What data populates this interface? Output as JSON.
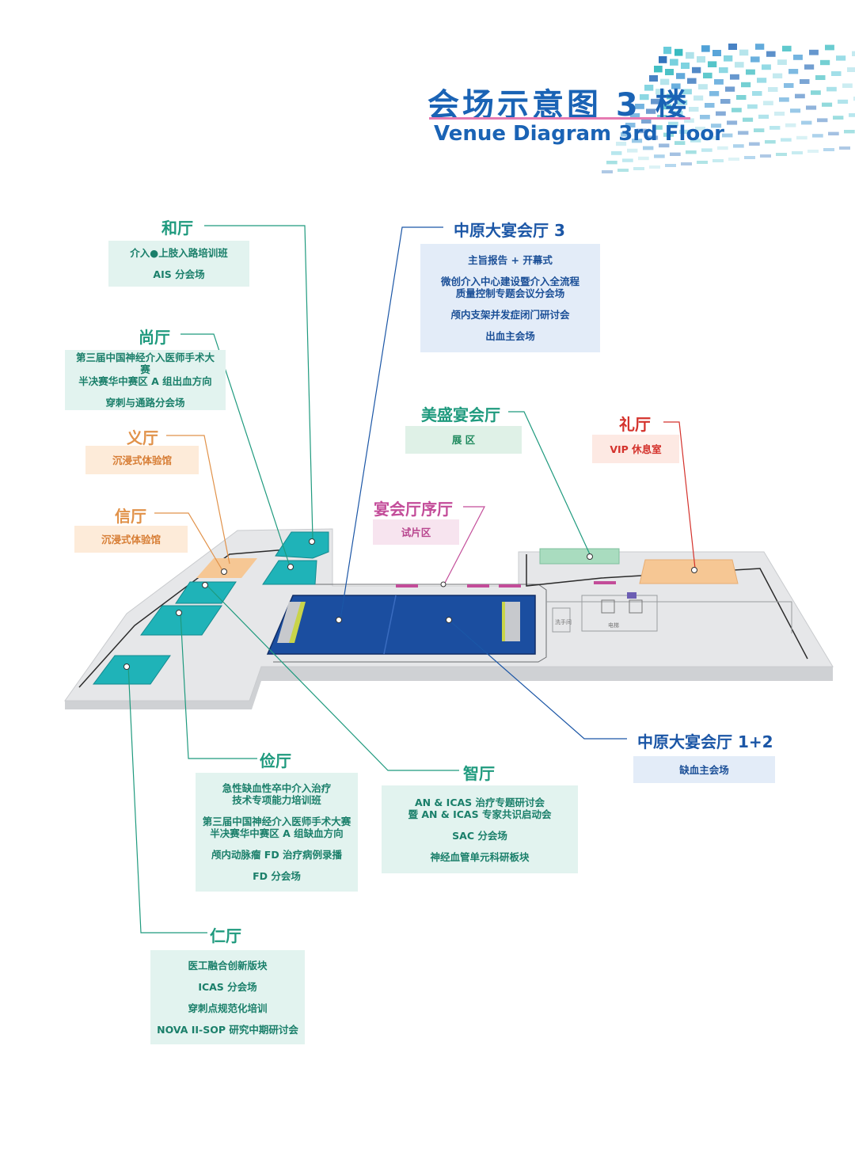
{
  "title": {
    "cn": "会场示意图 3 楼",
    "en": "Venue Diagram 3rd Floor"
  },
  "map_labels": {
    "restroom": "洗手间",
    "elevator": "电梯"
  },
  "colors": {
    "title": "#1a63b5",
    "teal": "#1f9a7e",
    "hall_blue": "#1b4ea0",
    "orange": "#e1924a",
    "pink": "#c34c99",
    "red": "#d4322c",
    "floor": "#e5e6e8"
  },
  "halls": {
    "he": {
      "name": "和厅",
      "items": [
        "介入●上肢入路培训班",
        "AIS 分会场"
      ]
    },
    "shang": {
      "name": "尚厅",
      "items": [
        "第三届中国神经介入医师手术大赛\n半决赛华中赛区 A 组出血方向",
        "穿刺与通路分会场"
      ]
    },
    "yi": {
      "name": "义厅",
      "items": [
        "沉浸式体验馆"
      ]
    },
    "xin": {
      "name": "信厅",
      "items": [
        "沉浸式体验馆"
      ]
    },
    "zy3": {
      "name": "中原大宴会厅 3",
      "items": [
        "主旨报告 + 开幕式",
        "微创介入中心建设暨介入全流程\n质量控制专题会议分会场",
        "颅内支架并发症闭门研讨会",
        "出血主会场"
      ]
    },
    "meisheng": {
      "name": "美盛宴会厅",
      "items": [
        "展 区"
      ]
    },
    "li": {
      "name": "礼厅",
      "items": [
        "VIP 休息室"
      ]
    },
    "xuting": {
      "name": "宴会厅序厅",
      "items": [
        "试片区"
      ]
    },
    "zy12": {
      "name": "中原大宴会厅 1+2",
      "items": [
        "缺血主会场"
      ]
    },
    "jian": {
      "name": "俭厅",
      "items": [
        "急性缺血性卒中介入治疗\n技术专项能力培训班",
        "第三届中国神经介入医师手术大赛\n半决赛华中赛区 A 组缺血方向",
        "颅内动脉瘤 FD 治疗病例录播",
        "FD 分会场"
      ]
    },
    "zhi": {
      "name": "智厅",
      "items": [
        "AN & ICAS 治疗专题研讨会\n暨 AN & ICAS 专家共识启动会",
        "SAC 分会场",
        "神经血管单元科研板块"
      ]
    },
    "ren": {
      "name": "仁厅",
      "items": [
        "医工融合创新版块",
        "ICAS 分会场",
        "穿刺点规范化培训",
        "NOVA II-SOP 研究中期研讨会"
      ]
    }
  }
}
